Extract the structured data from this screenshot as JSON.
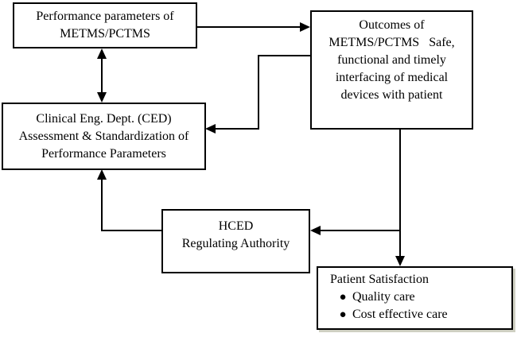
{
  "diagram": {
    "background_color": "#ffffff",
    "line_color": "#000000",
    "nodes": {
      "performance": {
        "lines": [
          "Performance parameters of",
          "METMS/PCTMS"
        ]
      },
      "outcomes": {
        "lines": [
          "Outcomes of",
          "METMS/PCTMS   Safe,",
          "functional and timely",
          "interfacing of medical",
          "devices with patient"
        ]
      },
      "ced": {
        "lines": [
          "Clinical Eng. Dept. (CED)",
          "Assessment & Standardization of",
          "Performance Parameters"
        ]
      },
      "hced": {
        "lines": [
          "HCED",
          "Regulating Authority"
        ]
      },
      "patient": {
        "title": "Patient Satisfaction",
        "bullet_glyph": "●",
        "bullets": [
          "Quality care",
          "Cost effective care"
        ]
      }
    },
    "edges": [
      "performance <-> ced (bidirectional)",
      "performance -> outcomes",
      "outcomes -> ced",
      "outcomes -> patient",
      "outcomes -> hced",
      "hced -> ced"
    ]
  }
}
